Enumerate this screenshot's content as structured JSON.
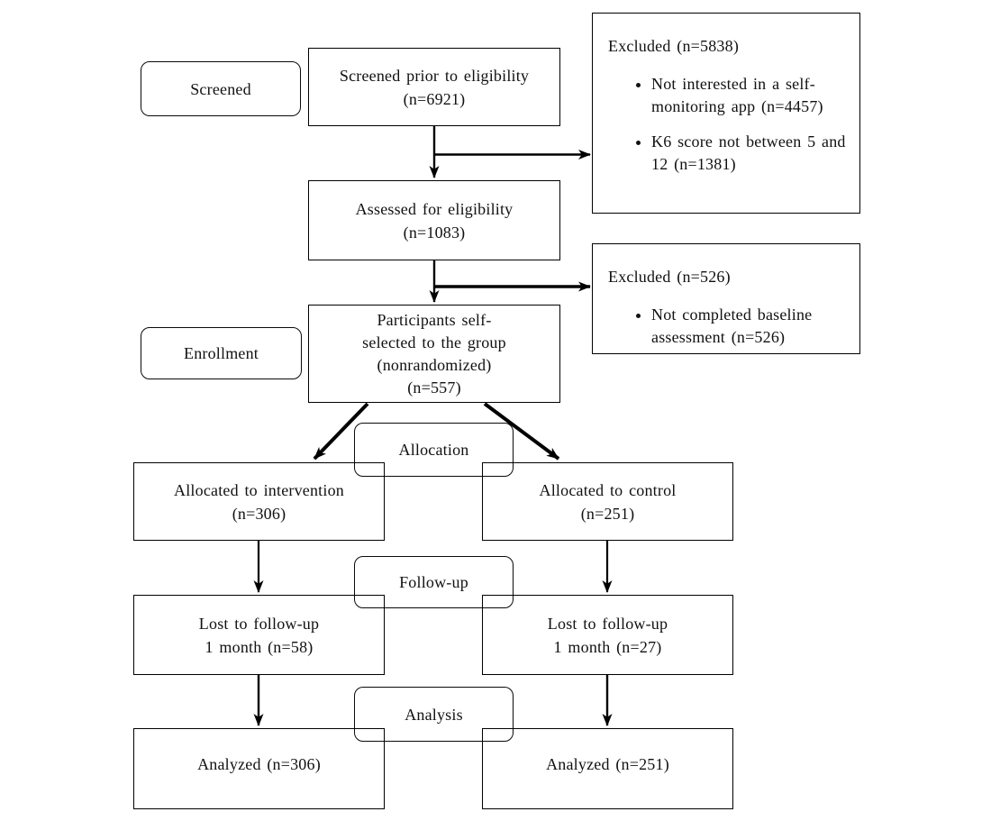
{
  "diagram": {
    "stages": {
      "screened": "Screened",
      "enrollment": "Enrollment",
      "allocation": "Allocation",
      "followup": "Follow-up",
      "analysis": "Analysis"
    },
    "flow": {
      "screened_prior": [
        "Screened prior to eligibility",
        "(n=6921)"
      ],
      "assessed": [
        "Assessed for eligibility",
        "(n=1083)"
      ],
      "participants": [
        "Participants self-",
        "selected to the group",
        "(nonrandomized)",
        "(n=557)"
      ]
    },
    "exclusions": {
      "after_screening": {
        "title": "Excluded (n=5838)",
        "bullets": [
          "Not interested in a self-monitoring app (n=4457)",
          "K6 score not between 5 and 12 (n=1381)"
        ]
      },
      "after_assessment": {
        "title": "Excluded (n=526)",
        "bullets": [
          "Not completed baseline assessment (n=526)"
        ]
      }
    },
    "intervention_arm": {
      "allocated": [
        "Allocated to intervention",
        "(n=306)"
      ],
      "lost": [
        "Lost to follow-up",
        "1 month (n=58)"
      ],
      "analyzed": [
        "Analyzed (n=306)"
      ]
    },
    "control_arm": {
      "allocated": [
        "Allocated to control",
        "(n=251)"
      ],
      "lost": [
        "Lost to follow-up",
        "1 month (n=27)"
      ],
      "analyzed": [
        "Analyzed (n=251)"
      ]
    },
    "colors": {
      "line": "#000000",
      "text": "#111111",
      "background": "#ffffff"
    }
  }
}
